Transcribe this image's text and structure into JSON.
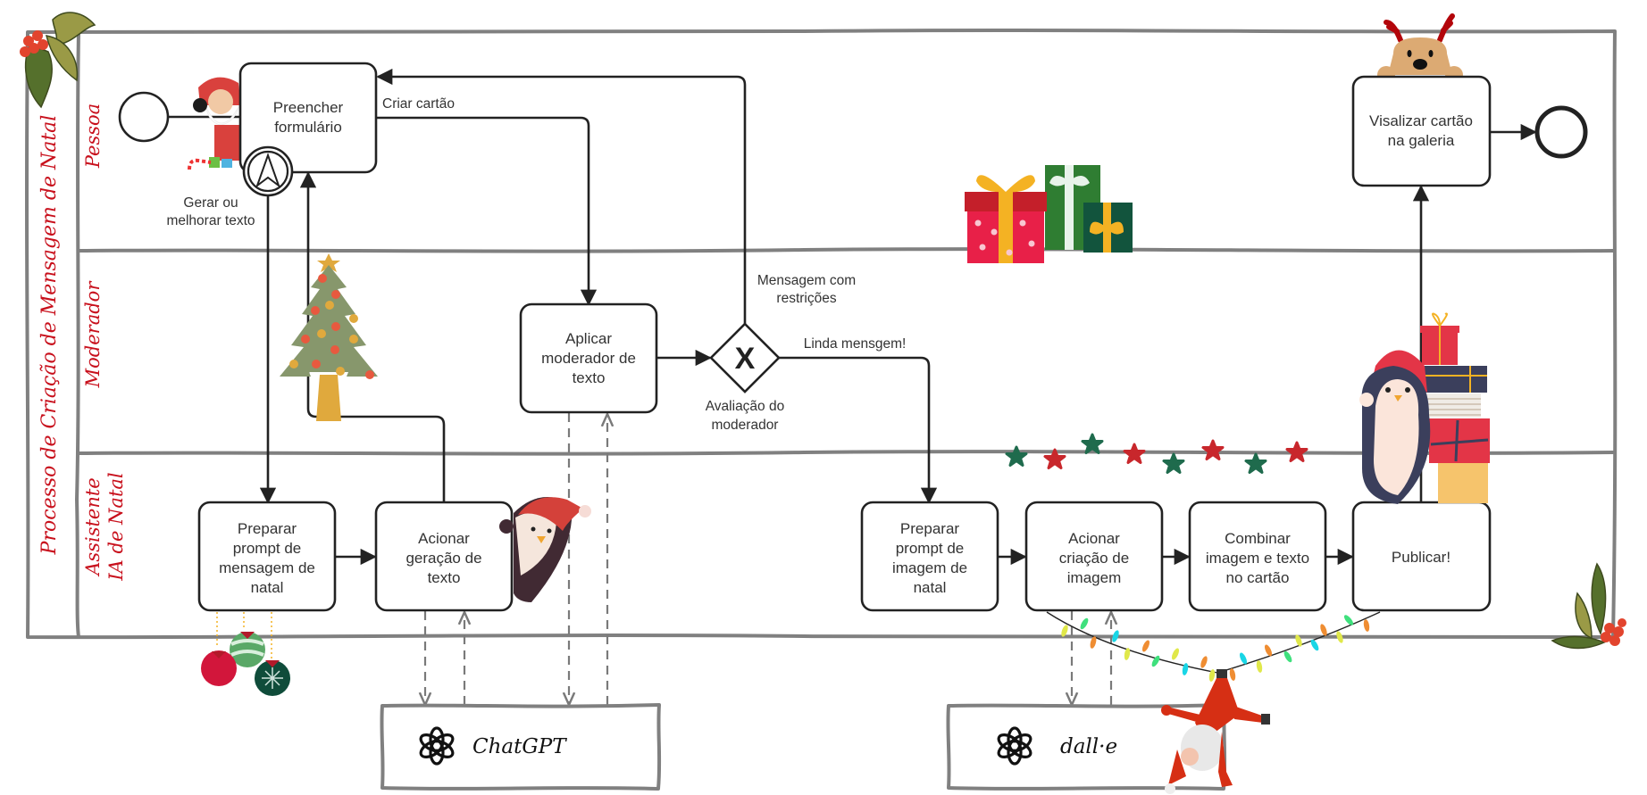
{
  "diagram": {
    "type": "BPMN collaboration",
    "pool": {
      "title": "Processo de Criação de Mensagem de Natal",
      "lanes": [
        {
          "name": "Pessoa"
        },
        {
          "name": "Moderador"
        },
        {
          "name": "Assistente",
          "name_line2": "IA de Natal"
        }
      ]
    },
    "tasks": {
      "preencher": {
        "line1": "Preencher",
        "line2": "formulário"
      },
      "aplicar": {
        "line1": "Aplicar",
        "line2": "moderador de",
        "line3": "texto"
      },
      "visualizar": {
        "line1": "Visalizar cartão",
        "line2": "na galeria"
      },
      "prep_msg": {
        "line1": "Preparar",
        "line2": "prompt de",
        "line3": "mensagem de",
        "line4": "natal"
      },
      "acionar_texto": {
        "line1": "Acionar",
        "line2": "geração de",
        "line3": "texto"
      },
      "prep_img": {
        "line1": "Preparar",
        "line2": "prompt de",
        "line3": "imagem de",
        "line4": "natal"
      },
      "acionar_img": {
        "line1": "Acionar",
        "line2": "criação de",
        "line3": "imagem"
      },
      "combinar": {
        "line1": "Combinar",
        "line2": "imagem e texto",
        "line3": "no cartão"
      },
      "publicar": {
        "line1": "Publicar!"
      }
    },
    "gateway": {
      "symbol": "X",
      "label_line1": "Avaliação do",
      "label_line2": "moderador"
    },
    "event_labels": {
      "boundary_line1": "Gerar ou",
      "boundary_line2": "melhorar texto"
    },
    "flow_labels": {
      "criar": "Criar cartão",
      "restricoes_line1": "Mensagem com",
      "restricoes_line2": "restrições",
      "linda": "Linda mensgem!"
    },
    "systems": {
      "chatgpt": {
        "name": "ChatGPT",
        "icon": "openai-logo-icon"
      },
      "dalle": {
        "name": "dall·e",
        "icon": "openai-logo-icon"
      }
    },
    "decorations": [
      "holly",
      "santa-waving",
      "christmas-tree",
      "penguin",
      "gift-boxes",
      "reindeer",
      "star-garland",
      "ornaments",
      "string-lights",
      "santa-hanging",
      "penguin-with-gifts"
    ],
    "colors": {
      "lane_text": "#c8101c",
      "stroke": "#222222",
      "pool_border": "#808080",
      "message_flow": "#7a7a7a"
    }
  }
}
